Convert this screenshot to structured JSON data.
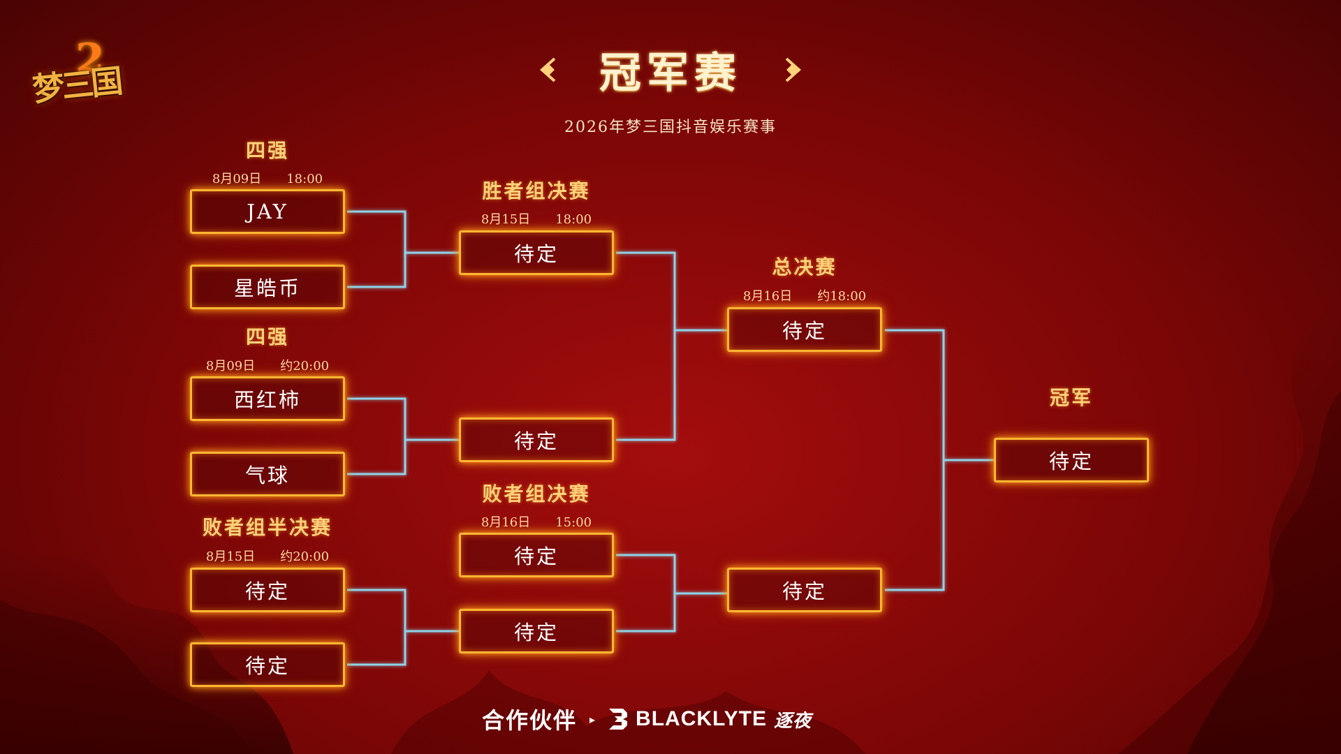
{
  "logo": {
    "text": "梦三国",
    "number": "2"
  },
  "header": {
    "title": "冠军赛",
    "subtitle": "2026年梦三国抖音娱乐赛事"
  },
  "colors": {
    "accent": "#ffb733",
    "connector": "#8fd3e8",
    "background": "#8a0808"
  },
  "bracket": {
    "r1_top": {
      "heading": "四强",
      "time": "8月09日　　18:00",
      "team_a": "JAY",
      "team_b": "星皓币"
    },
    "r1_mid": {
      "heading": "四强",
      "time": "8月09日　　约20:00",
      "team_a": "西红柿",
      "team_b": "气球"
    },
    "loser_semi": {
      "heading": "败者组半决赛",
      "time": "8月15日　　约20:00",
      "team_a": "待定",
      "team_b": "待定"
    },
    "winner_final": {
      "heading": "胜者组决赛",
      "time": "8月15日　　18:00",
      "team_a": "待定",
      "team_b": "待定"
    },
    "loser_final": {
      "heading": "败者组决赛",
      "time": "8月16日　　15:00",
      "team_a": "待定",
      "team_b": "待定"
    },
    "grand_final": {
      "heading": "总决赛",
      "time": "8月16日　　约18:00",
      "team_a": "待定",
      "team_b": "待定"
    },
    "champion": {
      "heading": "冠军",
      "team": "待定"
    }
  },
  "footer": {
    "partner_label": "合作伙伴",
    "arrow": "▸",
    "brand_name": "BLACKLYTE",
    "brand_cn": "逐夜"
  }
}
